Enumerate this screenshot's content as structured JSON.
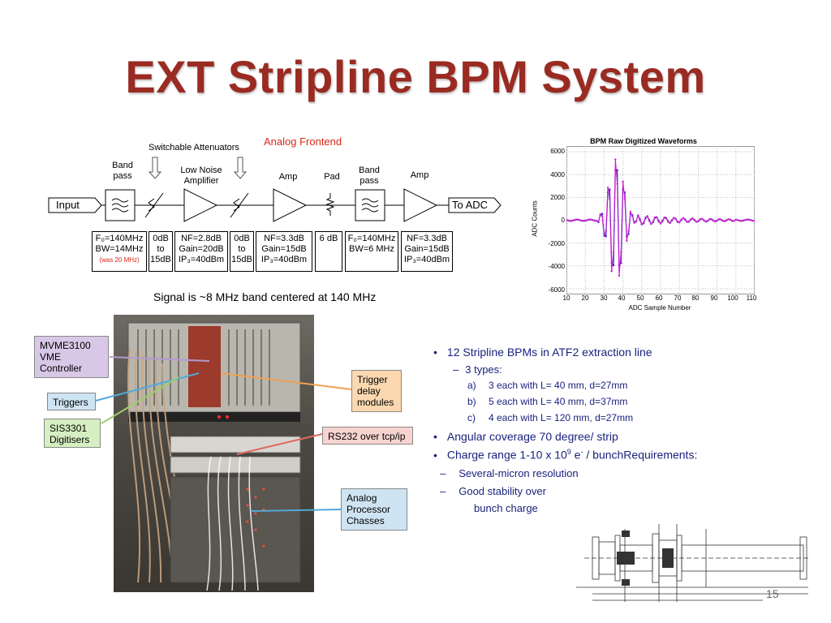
{
  "slide": {
    "title": "EXT Stripline BPM System",
    "page_number": "15"
  },
  "frontend": {
    "heading": "Analog Frontend",
    "switchable_label": "Switchable Attenuators",
    "input_label": "Input",
    "output_label": "To ADC",
    "signal_note": "Signal is ~8 MHz band centered at 140 MHz",
    "stages": [
      {
        "label_lines": [
          "Band",
          "pass"
        ]
      },
      {
        "label_lines": [
          "Low Noise",
          "Amplifier"
        ]
      },
      {
        "label_lines": [
          "Amp"
        ]
      },
      {
        "label_lines": [
          "Pad"
        ]
      },
      {
        "label_lines": [
          "Band",
          "pass"
        ]
      },
      {
        "label_lines": [
          "Amp"
        ]
      }
    ],
    "specs": [
      {
        "lines": [
          "F₀=140MHz",
          "BW=14MHz"
        ],
        "note": "(was 20 MHz)"
      },
      {
        "lines": [
          "0dB",
          "to",
          "15dB"
        ]
      },
      {
        "lines": [
          "NF=2.8dB",
          "Gain=20dB",
          "IP₃=40dBm"
        ]
      },
      {
        "lines": [
          "0dB",
          "to",
          "15dB"
        ]
      },
      {
        "lines": [
          "NF=3.3dB",
          "Gain=15dB",
          "IP₃=40dBm"
        ]
      },
      {
        "lines": [
          "6 dB"
        ]
      },
      {
        "lines": [
          "F₀=140MHz",
          "BW=6 MHz"
        ]
      },
      {
        "lines": [
          "NF=3.3dB",
          "Gain=15dB",
          "IP₃=40dBm"
        ]
      }
    ]
  },
  "waveform": {
    "title": "BPM Raw Digitized Waveforms",
    "ylabel": "ADC Counts",
    "xlabel": "ADC Sample Number",
    "yticks": [
      "6000",
      "4000",
      "2000",
      "0",
      "-2000",
      "-4000",
      "-6000"
    ],
    "xticks": [
      "10",
      "20",
      "30",
      "40",
      "50",
      "60",
      "70",
      "80",
      "90",
      "100",
      "110"
    ],
    "series_colors": [
      "#2222cc",
      "#cc22cc"
    ]
  },
  "rack": {
    "callouts": [
      {
        "text_lines": [
          "MVME3100",
          "VME",
          "Controller"
        ],
        "color": "#d8c7e6"
      },
      {
        "text_lines": [
          "Triggers"
        ],
        "color": "#cfe4f3"
      },
      {
        "text_lines": [
          "SIS3301",
          "Digitisers"
        ],
        "color": "#d6efc2"
      },
      {
        "text_lines": [
          "Trigger",
          "delay",
          "modules"
        ],
        "color": "#fbd8b0"
      },
      {
        "text_lines": [
          "RS232 over tcp/ip"
        ],
        "color": "#f7d3d0"
      },
      {
        "text_lines": [
          "Analog",
          "Processor",
          "Chasses"
        ],
        "color": "#cfe4f3"
      }
    ]
  },
  "bullets": {
    "b1": "12 Stripline BPMs in ATF2 extraction line",
    "b1_sub": "3 types:",
    "types": [
      {
        "marker": "a)",
        "text": "3 each with L=  40 mm, d=27mm"
      },
      {
        "marker": "b)",
        "text": "5 each with L=  40 mm, d=37mm"
      },
      {
        "marker": "c)",
        "text": "4 each with L= 120 mm, d=27mm"
      }
    ],
    "b2": "Angular coverage 70 degree/ strip",
    "b3_pre": "Charge range 1-10 x 10",
    "b3_exp": "9",
    "b3_mid": " e",
    "b3_sup2": "-",
    "b3_post": " / bunchRequirements:",
    "req1": "Several-micron resolution",
    "req2": "Good stability over",
    "req2_cont": "bunch charge"
  }
}
